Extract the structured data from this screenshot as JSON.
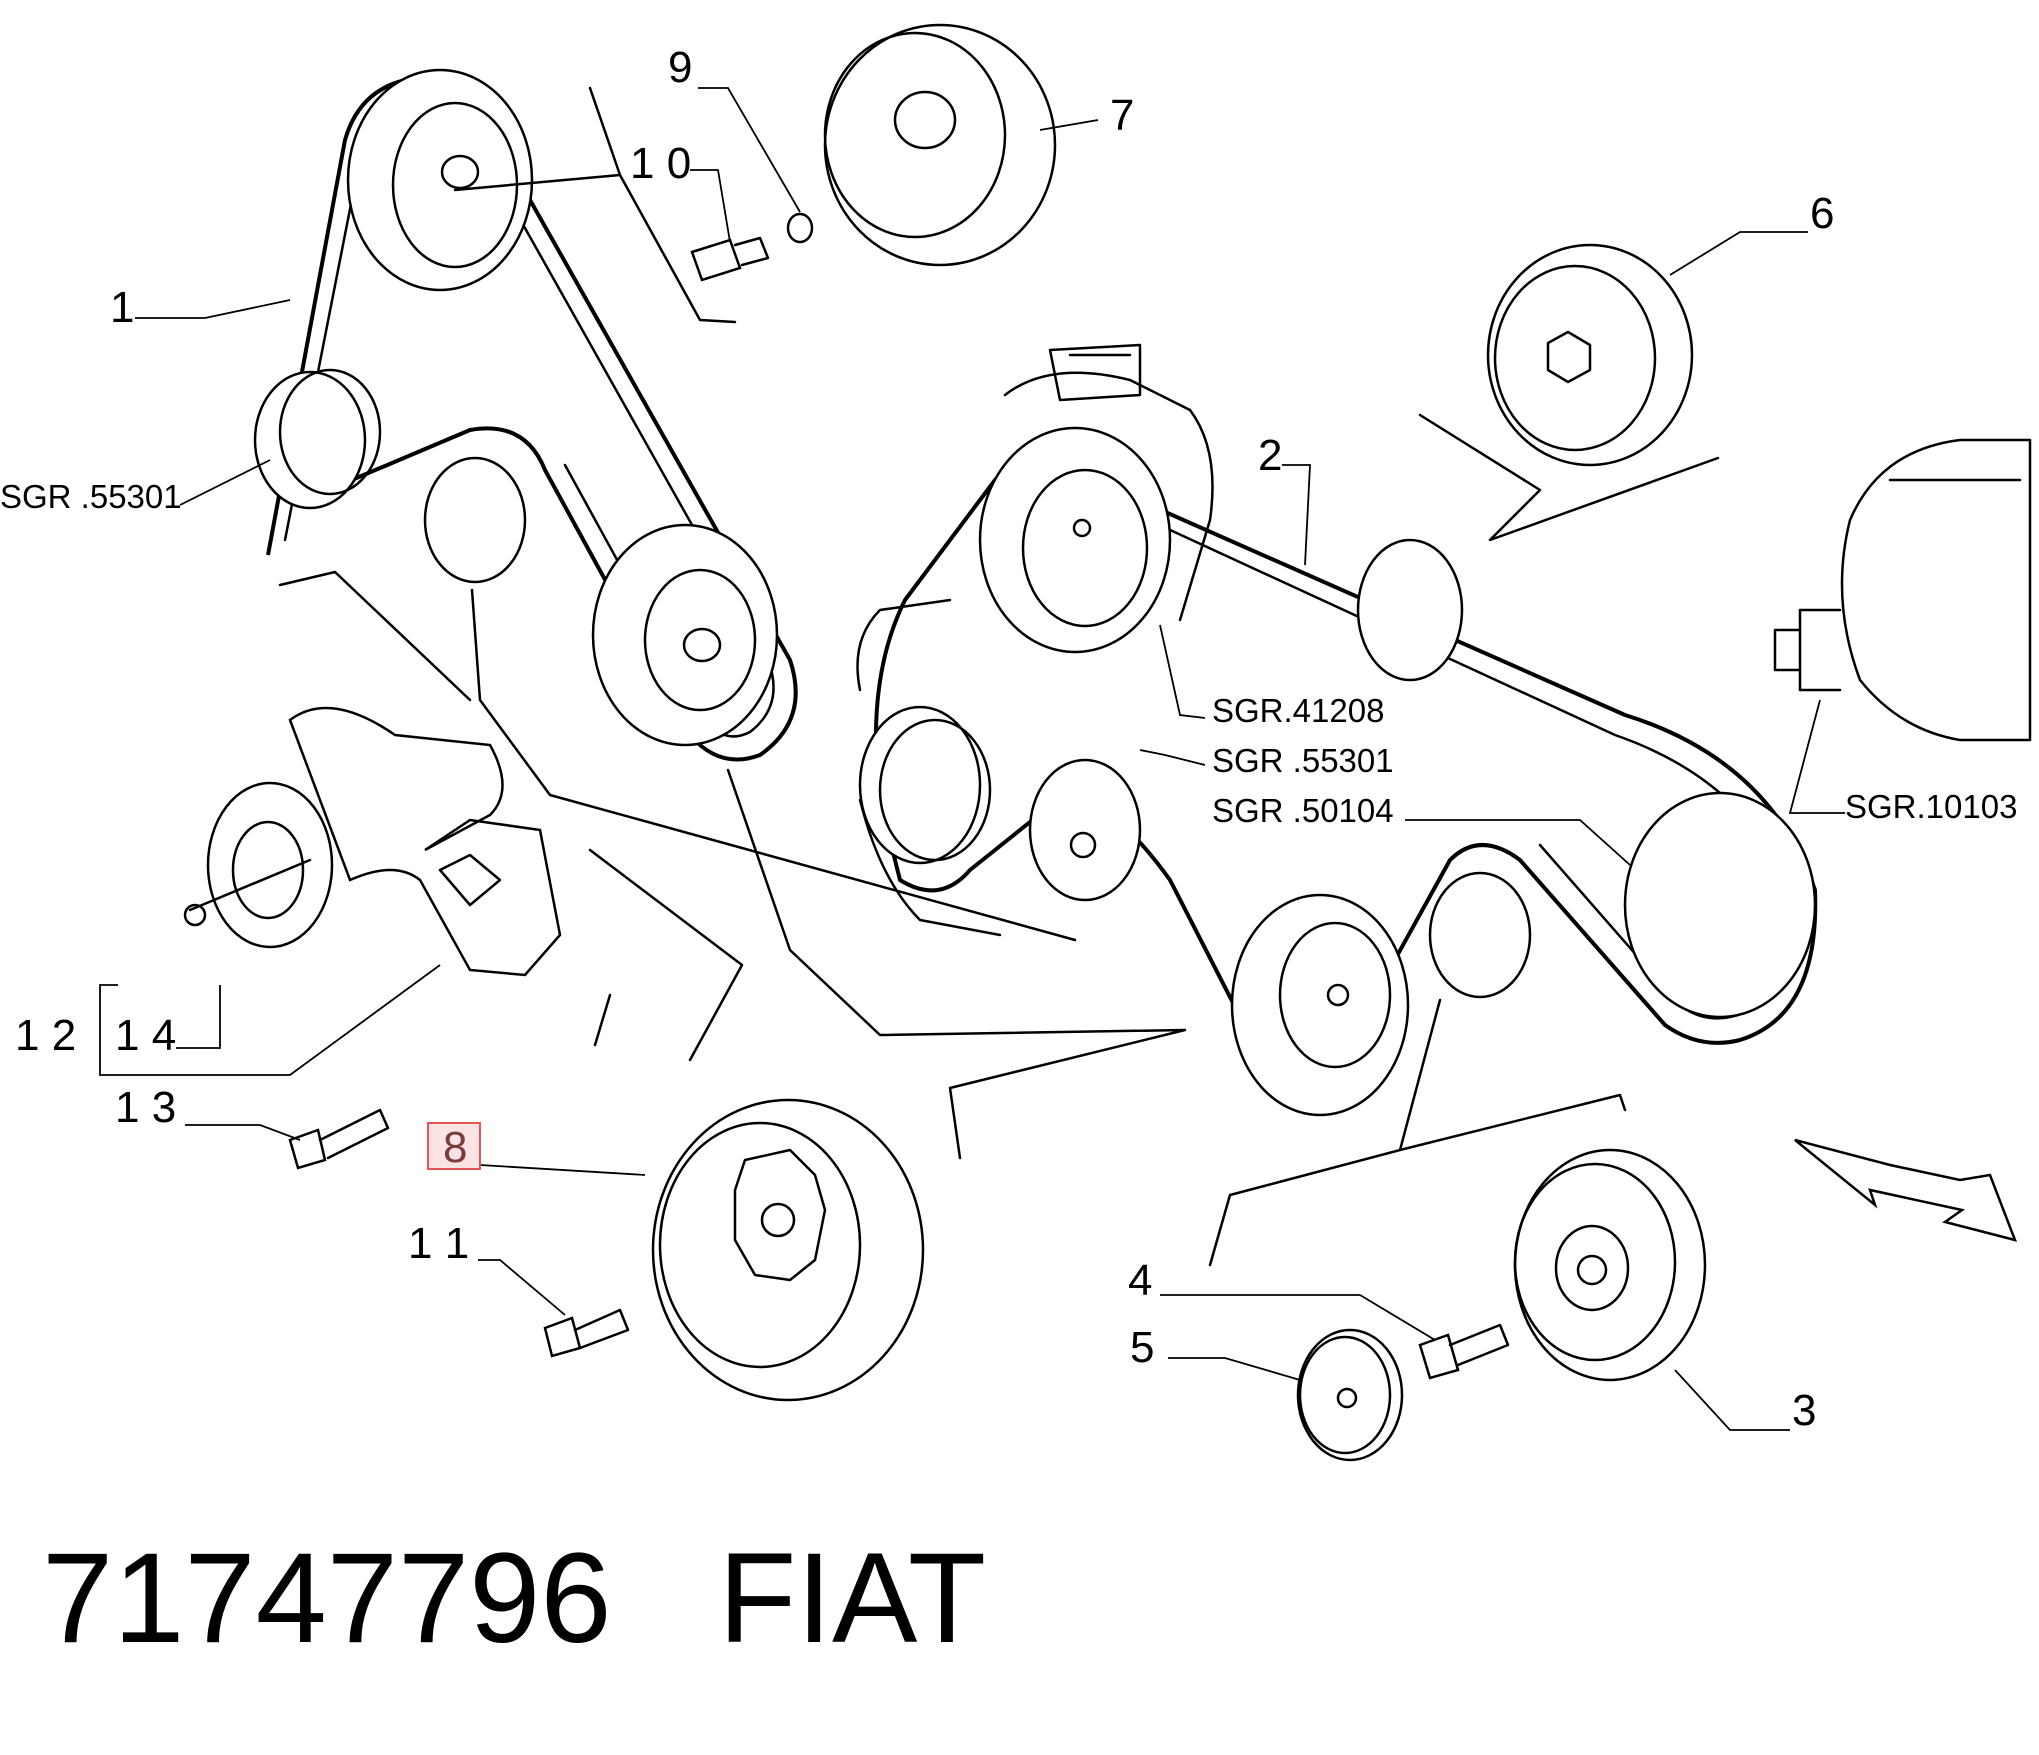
{
  "callouts": {
    "c1": "1",
    "c2": "2",
    "c3": "3",
    "c4": "4",
    "c5": "5",
    "c6": "6",
    "c7": "7",
    "c8": "8",
    "c9": "9",
    "c10": "1 0",
    "c11": "1 1",
    "c12": "1 2",
    "c13": "1 3",
    "c14": "1 4"
  },
  "references": {
    "sgr_55301_left": "SGR .55301",
    "sgr_41208": "SGR.41208",
    "sgr_55301_mid": "SGR .55301",
    "sgr_50104": "SGR .50104",
    "sgr_10103": "SGR.10103"
  },
  "highlighted_part": "8",
  "footer": {
    "part_number": "71747796",
    "brand": "FIAT"
  }
}
